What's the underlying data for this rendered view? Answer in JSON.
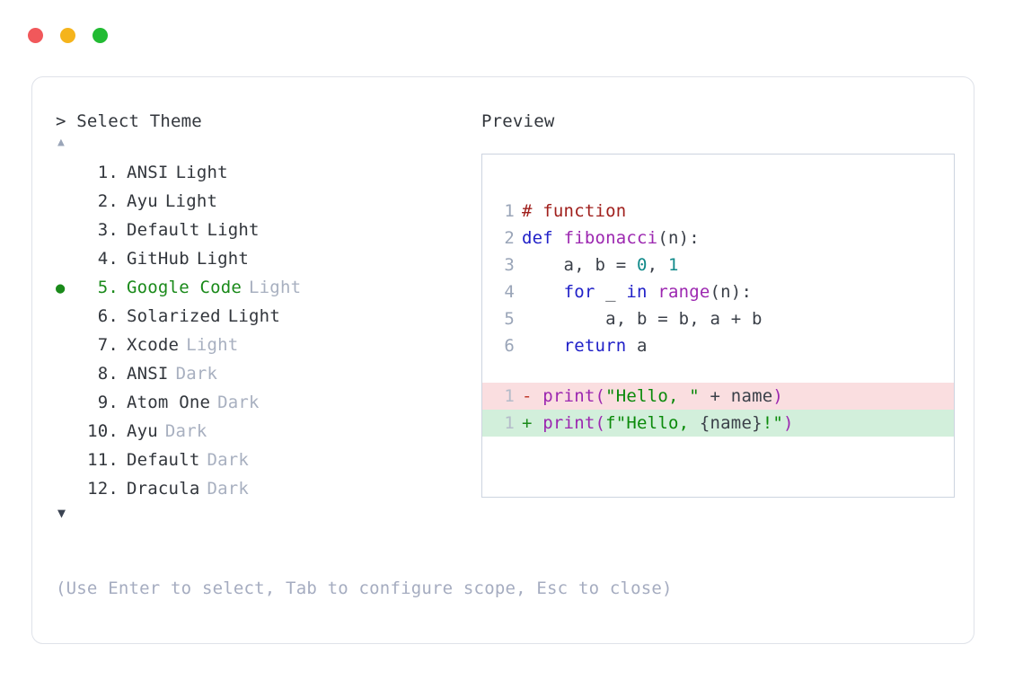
{
  "window": {
    "dots": [
      {
        "name": "close",
        "color": "#f1585b"
      },
      {
        "name": "minimize",
        "color": "#f5b41c"
      },
      {
        "name": "maximize",
        "color": "#22bb33"
      }
    ]
  },
  "left": {
    "prompt_caret": ">",
    "title": "Select Theme",
    "scroll_up": "▲",
    "scroll_down": "▼",
    "selected_index": 5,
    "bullet": "●",
    "items": [
      {
        "num": "1.",
        "name": "ANSI",
        "suffix": "Light",
        "suffix_dim": false,
        "selected": false
      },
      {
        "num": "2.",
        "name": "Ayu",
        "suffix": "Light",
        "suffix_dim": false,
        "selected": false
      },
      {
        "num": "3.",
        "name": "Default",
        "suffix": "Light",
        "suffix_dim": false,
        "selected": false
      },
      {
        "num": "4.",
        "name": "GitHub",
        "suffix": "Light",
        "suffix_dim": false,
        "selected": false
      },
      {
        "num": "5.",
        "name": "Google Code",
        "suffix": "Light",
        "suffix_dim": true,
        "selected": true
      },
      {
        "num": "6.",
        "name": "Solarized",
        "suffix": "Light",
        "suffix_dim": false,
        "selected": false
      },
      {
        "num": "7.",
        "name": "Xcode",
        "suffix": "Light",
        "suffix_dim": true,
        "selected": false
      },
      {
        "num": "8.",
        "name": "ANSI",
        "suffix": "Dark",
        "suffix_dim": true,
        "selected": false
      },
      {
        "num": "9.",
        "name": "Atom One",
        "suffix": "Dark",
        "suffix_dim": true,
        "selected": false
      },
      {
        "num": "10.",
        "name": "Ayu",
        "suffix": "Dark",
        "suffix_dim": true,
        "selected": false
      },
      {
        "num": "11.",
        "name": "Default",
        "suffix": "Dark",
        "suffix_dim": true,
        "selected": false
      },
      {
        "num": "12.",
        "name": "Dracula",
        "suffix": "Dark",
        "suffix_dim": true,
        "selected": false
      }
    ],
    "hint": "(Use Enter to select, Tab to configure scope, Esc to close)"
  },
  "right": {
    "preview_label": "Preview",
    "code_lines": [
      {
        "ln": "1",
        "tokens": [
          {
            "t": "# function",
            "c": "comment"
          }
        ]
      },
      {
        "ln": "2",
        "tokens": [
          {
            "t": "def ",
            "c": "kw"
          },
          {
            "t": "fibonacci",
            "c": "fn"
          },
          {
            "t": "(n):",
            "c": "plain"
          }
        ]
      },
      {
        "ln": "3",
        "tokens": [
          {
            "t": "    a, b = ",
            "c": "plain"
          },
          {
            "t": "0",
            "c": "num"
          },
          {
            "t": ", ",
            "c": "plain"
          },
          {
            "t": "1",
            "c": "num"
          }
        ]
      },
      {
        "ln": "4",
        "tokens": [
          {
            "t": "    ",
            "c": "plain"
          },
          {
            "t": "for",
            "c": "kw"
          },
          {
            "t": " _ ",
            "c": "plain"
          },
          {
            "t": "in",
            "c": "kw"
          },
          {
            "t": " ",
            "c": "plain"
          },
          {
            "t": "range",
            "c": "fn"
          },
          {
            "t": "(n):",
            "c": "plain"
          }
        ]
      },
      {
        "ln": "5",
        "tokens": [
          {
            "t": "        a, b = b, a + b",
            "c": "plain"
          }
        ]
      },
      {
        "ln": "6",
        "tokens": [
          {
            "t": "    ",
            "c": "plain"
          },
          {
            "t": "return",
            "c": "kw"
          },
          {
            "t": " a",
            "c": "plain"
          }
        ]
      }
    ],
    "diff_lines": [
      {
        "ln": "1",
        "sign": "-",
        "kind": "del",
        "tokens": [
          {
            "t": "print",
            "c": "builtin"
          },
          {
            "t": "(",
            "c": "builtin"
          },
          {
            "t": "\"Hello, \"",
            "c": "str"
          },
          {
            "t": " + name",
            "c": "plain"
          },
          {
            "t": ")",
            "c": "builtin"
          }
        ]
      },
      {
        "ln": "1",
        "sign": "+",
        "kind": "add",
        "tokens": [
          {
            "t": "print",
            "c": "builtin"
          },
          {
            "t": "(",
            "c": "builtin"
          },
          {
            "t": "f\"Hello, ",
            "c": "str"
          },
          {
            "t": "{name}",
            "c": "plain"
          },
          {
            "t": "!\"",
            "c": "str"
          },
          {
            "t": ")",
            "c": "builtin"
          }
        ]
      }
    ]
  },
  "colors": {
    "accent_green": "#1a8a1a",
    "dim_text": "#a8b0c0",
    "body_text": "#32363c",
    "diff_del_bg": "#fadee0",
    "diff_add_bg": "#d2efdb",
    "card_border": "#dfe2e9",
    "preview_border": "#cdd4e0"
  }
}
